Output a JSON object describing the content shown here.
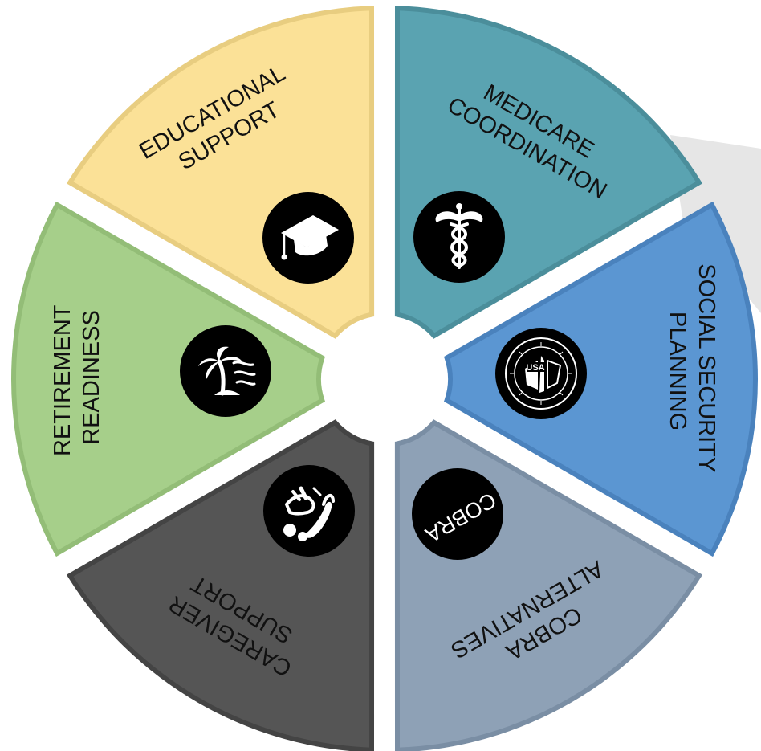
{
  "diagram": {
    "segments": [
      {
        "id": "medicare",
        "lines": [
          "MEDICARE",
          "COORDINATION"
        ],
        "icon": "caduceus-icon",
        "color": "#5aa3b1",
        "border": "#4b8e9b"
      },
      {
        "id": "social-security",
        "lines": [
          "SOCIAL SECURITY",
          "PLANNING"
        ],
        "icon": "social-security-seal-icon",
        "seal_text": "USA",
        "color": "#5b96d2",
        "border": "#4a82bd"
      },
      {
        "id": "cobra",
        "lines": [
          "COBRA",
          "ALTERNATIVES"
        ],
        "icon": "cobra-badge-icon",
        "icon_text": "COBRA",
        "color": "#8ea1b6",
        "border": "#7a8ea4"
      },
      {
        "id": "caregiver",
        "lines": [
          "CAREGIVER",
          "SUPPORT"
        ],
        "icon": "caregiver-hands-icon",
        "color": "#555555",
        "border": "#444444"
      },
      {
        "id": "retirement",
        "lines": [
          "RETIREMENT",
          "READINESS"
        ],
        "icon": "palm-island-icon",
        "color": "#a6cf8a",
        "border": "#93bd77"
      },
      {
        "id": "education",
        "lines": [
          "EDUCATIONAL",
          "SUPPORT"
        ],
        "icon": "graduation-cap-icon",
        "color": "#fbe197",
        "border": "#e8cd80"
      }
    ]
  }
}
